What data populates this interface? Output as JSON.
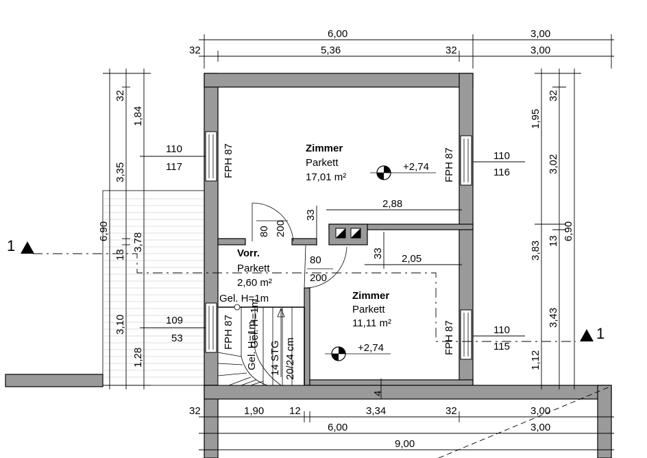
{
  "dimensions": {
    "top_total": "6,00",
    "top_right": "3,00",
    "top_wall_left": "32",
    "top_inner": "5,36",
    "top_wall_right": "32",
    "top_right_2": "3,00",
    "left_wall_top": "32",
    "left_184": "1,84",
    "left_335": "3,35",
    "left_690": "6,90",
    "left_13": "13",
    "left_378": "3,78",
    "left_310": "3,10",
    "left_128": "1,28",
    "right_195": "1,95",
    "right_32": "32",
    "right_302": "3,02",
    "right_383": "3,83",
    "right_13": "13",
    "right_690": "6,90",
    "right_343": "3,43",
    "right_112": "1,12",
    "wall_33_a": "33",
    "wall_288": "2,88",
    "wall_33_b": "33",
    "wall_205": "2,05",
    "wall_4": "4",
    "bot_32_left": "32",
    "bot_190": "1,90",
    "bot_12": "12",
    "bot_334": "3,34",
    "bot_32_right": "32",
    "bot_300_a": "3,00",
    "bot_600": "6,00",
    "bot_300_b": "3,00",
    "bot_900": "9,00"
  },
  "windows": [
    {
      "label": "FPH 87",
      "width": "110",
      "height": "117"
    },
    {
      "label": "FPH 87",
      "width": "110",
      "height": "116"
    },
    {
      "label": "FPH 87",
      "width": "109",
      "height": "53"
    },
    {
      "label": "FPH 87",
      "width": "110",
      "height": "115"
    }
  ],
  "doors": [
    {
      "width": "80",
      "height": "200"
    },
    {
      "width": "80",
      "height": "200"
    }
  ],
  "rooms": [
    {
      "name": "Zimmer",
      "floor": "Parkett",
      "area": "17,01 m²",
      "level": "+2,74"
    },
    {
      "name": "Vorr.",
      "floor": "Parkett",
      "area": "2,60 m²"
    },
    {
      "name": "Zimmer",
      "floor": "Parkett",
      "area": "11,11 m²",
      "level": "+2,74"
    }
  ],
  "stair": {
    "railing_left": "Gel. H=1m",
    "railing_inner": "Gel. H=1m",
    "railing_lower": "Gel. H=1m",
    "steps": "14 STG",
    "rise_run": "20/24 cm"
  },
  "section_marks": {
    "left": "1",
    "right": "1"
  },
  "icons": [
    "level-marker-icon",
    "section-arrow-icon",
    "chimney-flue-icon"
  ]
}
